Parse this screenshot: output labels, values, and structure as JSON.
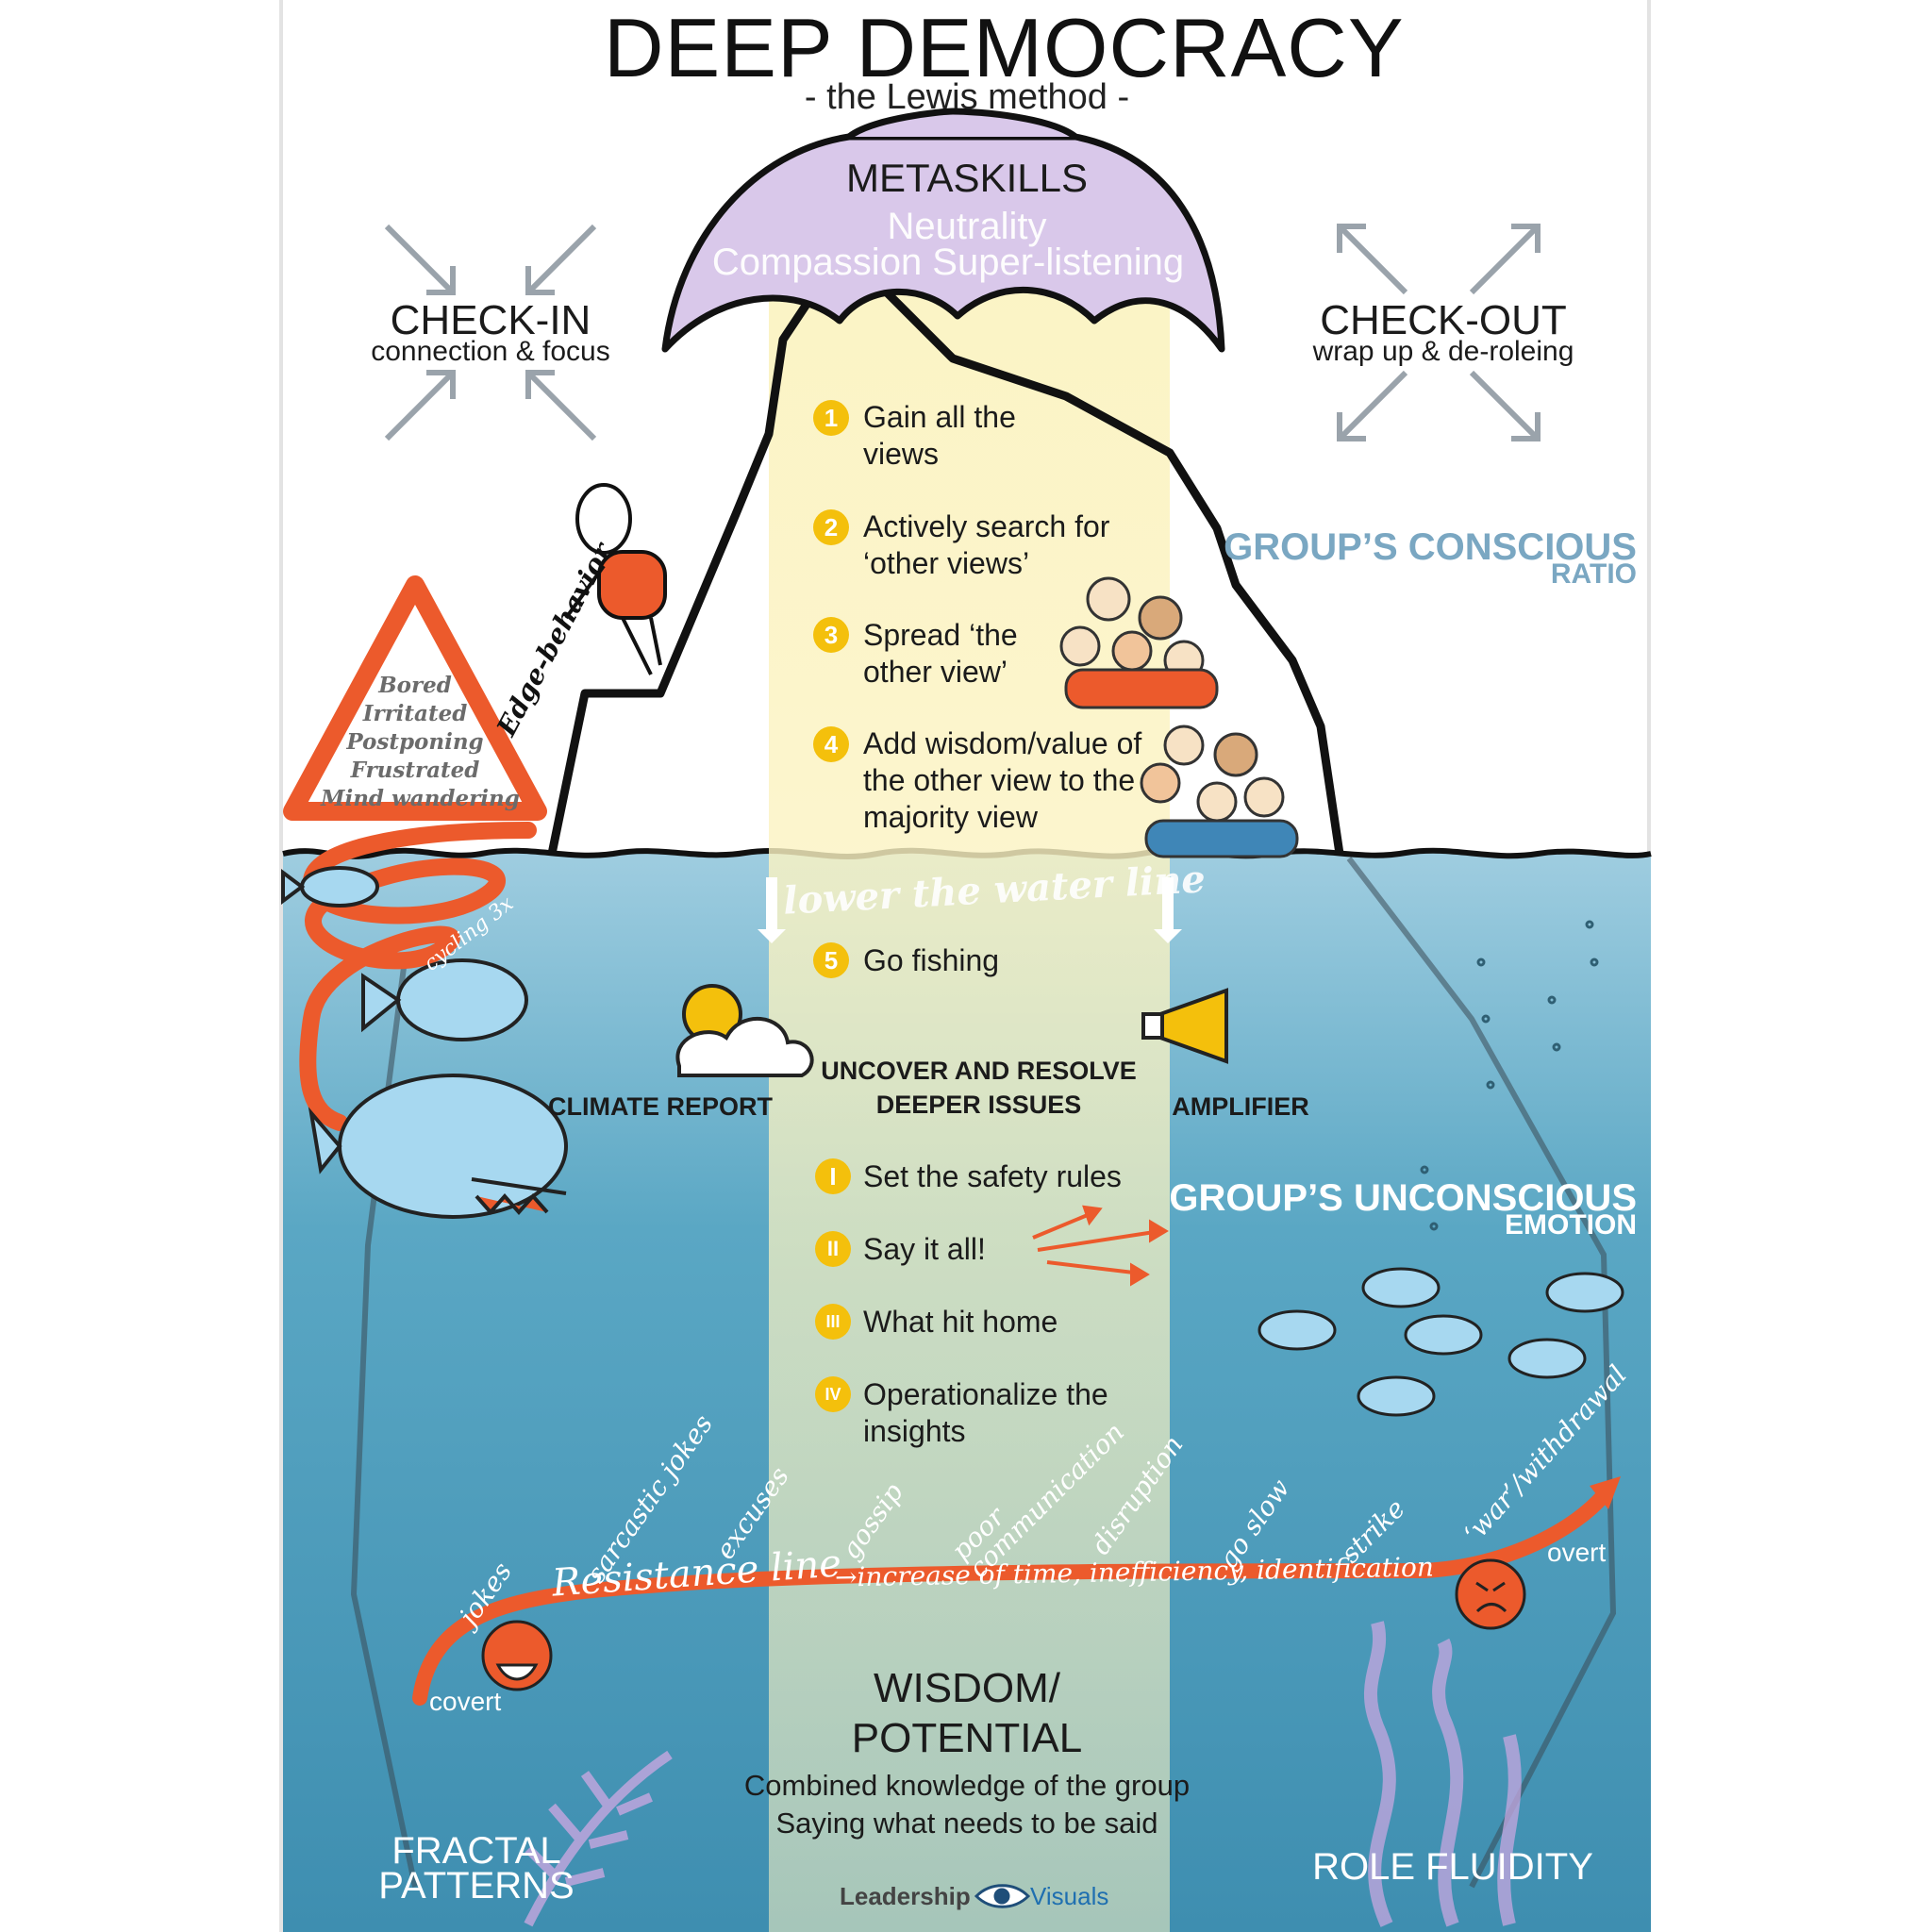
{
  "header": {
    "title": "DEEP DEMOCRACY",
    "subtitle": "- the Lewis method -"
  },
  "umbrella": {
    "title": "METASKILLS",
    "q1": "Neutrality",
    "q2": "Compassion  Super-listening"
  },
  "check_in": {
    "title": "CHECK-IN",
    "sub": "connection & focus"
  },
  "check_out": {
    "title": "CHECK-OUT",
    "sub": "wrap up & de-roleing"
  },
  "steps": [
    {
      "badge": "1",
      "text": "Gain all the views"
    },
    {
      "badge": "2",
      "text": "Actively search for ‘other views’"
    },
    {
      "badge": "3",
      "text": "Spread ‘the other view’"
    },
    {
      "badge": "4",
      "text": "Add wisdom/value of the other view to the majority view"
    },
    {
      "badge": "5",
      "text": "Go fishing"
    }
  ],
  "warning": {
    "lines": [
      "Bored",
      "Irritated",
      "Postponing",
      "Frustrated",
      "Mind wandering"
    ]
  },
  "edge_behavior": "Edge-behavior",
  "cycling": "cycling 3x",
  "water_line": "lower the water line",
  "conscious": {
    "title": "GROUP’S CONSCIOUS",
    "sub": "RATIO"
  },
  "unconscious": {
    "title": "GROUP’S UNCONSCIOUS",
    "sub": "EMOTION"
  },
  "climate_report": "CLIMATE REPORT",
  "amplifier": "AMPLIFIER",
  "uncover": {
    "line1": "UNCOVER AND RESOLVE",
    "line2": "DEEPER ISSUES"
  },
  "roman_steps": [
    {
      "badge": "I",
      "text": "Set the safety rules"
    },
    {
      "badge": "II",
      "text": "Say it all!"
    },
    {
      "badge": "III",
      "text": "What hit home"
    },
    {
      "badge": "IV",
      "text": "Operationalize the insights"
    }
  ],
  "resistance": {
    "line_label": "Resistance line",
    "increase": "→increase of time, inefficiency, identification",
    "covert": "covert",
    "overt": "overt",
    "items": [
      "jokes",
      "sarcastic jokes",
      "excuses",
      "gossip",
      "poor communication",
      "disruption",
      "go slow",
      "strike",
      "‘war’/withdrawal"
    ]
  },
  "wisdom": {
    "title1": "WISDOM/",
    "title2": "POTENTIAL",
    "line1": "Combined knowledge of the group",
    "line2": "Saying what needs to be said"
  },
  "corners": {
    "left1": "FRACTAL",
    "left2": "PATTERNS",
    "right": "ROLE FLUIDITY"
  },
  "footer": {
    "brand1": "Leadership",
    "brand2": "Visuals"
  },
  "colors": {
    "orange": "#ec5a2c",
    "yellow_badge": "#f4c00c",
    "umbrella": "#d9c8ea",
    "water": "#5aa7c4",
    "fish": "#a7d8f0",
    "conscious_blue": "#7aa7c2",
    "beam": "#fbf3c2"
  },
  "icons": [
    "umbrella-icon",
    "warning-triangle-icon",
    "climber-icon",
    "sun-cloud-icon",
    "megaphone-icon",
    "fish-icon",
    "angry-emoji-icon",
    "laughing-emoji-icon",
    "eye-logo-icon",
    "arrow-icon",
    "seaweed-icon",
    "fern-icon"
  ]
}
